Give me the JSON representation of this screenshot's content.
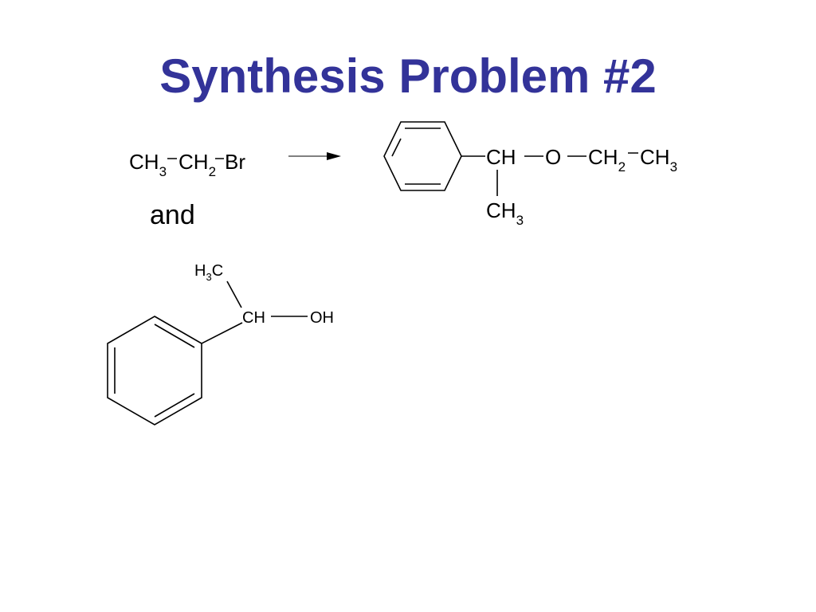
{
  "slide": {
    "title": "Synthesis Problem #2",
    "accent_color": "#333399"
  },
  "reagent": {
    "group1_main": "CH",
    "group1_sub": "3",
    "group2_main": "CH",
    "group2_sub": "2",
    "group3_main": "Br"
  },
  "conjunction": "and",
  "alcohol": {
    "methyl_main1": "H",
    "methyl_sub": "3",
    "methyl_main2": "C",
    "ch_label": "CH",
    "oh_label": "OH"
  },
  "product": {
    "ch_label": "CH",
    "o_label": "O",
    "ch2_main": "CH",
    "ch2_sub": "2",
    "ch3_main": "CH",
    "ch3_sub": "3",
    "methyl_main": "CH",
    "methyl_sub": "3"
  },
  "reaction_arrow": {
    "icon": "right-arrow-icon"
  }
}
